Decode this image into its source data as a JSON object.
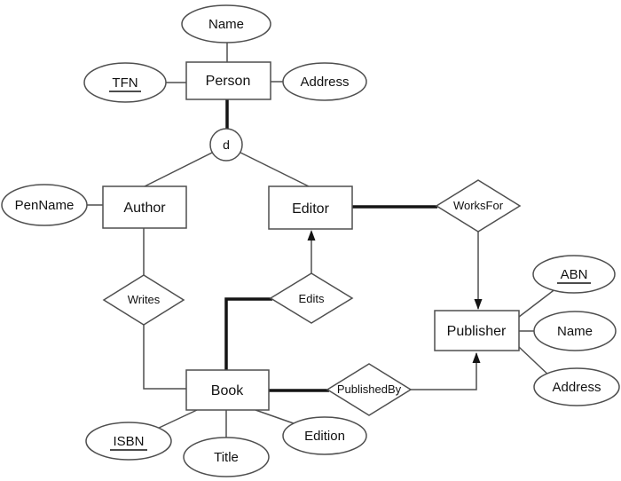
{
  "diagram_type": "er-diagram",
  "colors": {
    "background": "#ffffff",
    "shape_stroke": "#4f4f4f",
    "bold_stroke": "#141414",
    "text": "#111111"
  },
  "entities": {
    "person": "Person",
    "author": "Author",
    "editor": "Editor",
    "book": "Book",
    "publisher": "Publisher"
  },
  "specialization": {
    "circle_label": "d"
  },
  "relationships": {
    "writes": "Writes",
    "edits": "Edits",
    "worksfor": "WorksFor",
    "publishedby": "PublishedBy"
  },
  "attributes": {
    "person_name": "Name",
    "person_tfn": "TFN",
    "person_address": "Address",
    "author_penname": "PenName",
    "publisher_abn": "ABN",
    "publisher_name": "Name",
    "publisher_address": "Address",
    "book_isbn": "ISBN",
    "book_title": "Title",
    "book_edition": "Edition"
  },
  "key_attributes": [
    "TFN",
    "ABN",
    "ISBN"
  ]
}
